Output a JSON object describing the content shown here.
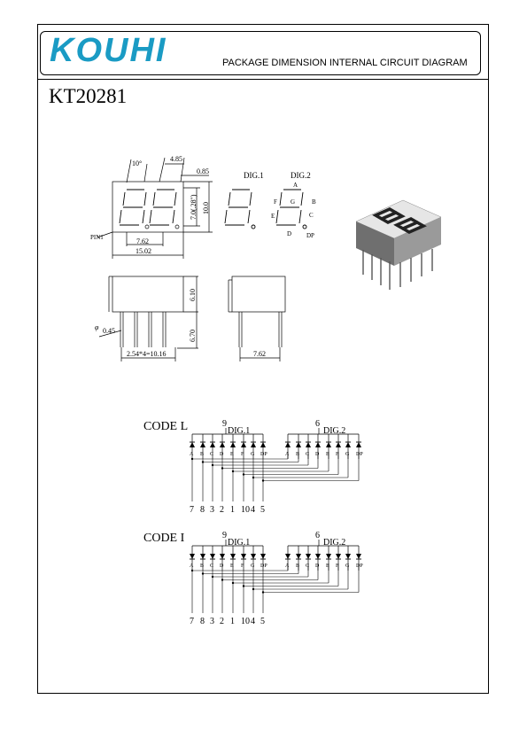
{
  "header": {
    "brand": "KOUHI",
    "title": "PACKAGE DIMENSION INTERNAL CIRCUIT DIAGRAM"
  },
  "part_number": "KT20281",
  "dimensions": {
    "angle": "10°",
    "digit_pitch": "4.85",
    "edge_gap": "0.85",
    "digit_height": "7.0(.28\")",
    "height": "10.0",
    "pin_label": "PIN1",
    "row_spacing": "7.62",
    "width": "15.02",
    "body_height": "6.10",
    "pin_length": "6.70",
    "pin_diameter": "0.45",
    "pin_pitch": "2.54*4=10.16",
    "side_width": "7.62",
    "pin_dia_symbol": "φ"
  },
  "segment_legend": {
    "dig1": "DIG.1",
    "dig2": "DIG.2",
    "segments": {
      "a": "A",
      "b": "B",
      "c": "C",
      "d": "D",
      "e": "E",
      "f": "F",
      "g": "G",
      "dp": "DP"
    }
  },
  "circuits": [
    {
      "label": "CODE L",
      "dig1_label": "DIG.1",
      "dig2_label": "DIG.2",
      "common1": "9",
      "common2": "6",
      "segments": [
        "A",
        "B",
        "C",
        "D",
        "E",
        "F",
        "G",
        "DP"
      ],
      "pins": [
        "7",
        "8",
        "3",
        "2",
        "1",
        "10",
        "4",
        "5"
      ]
    },
    {
      "label": "CODE I",
      "dig1_label": "DIG.1",
      "dig2_label": "DIG.2",
      "common1": "9",
      "common2": "6",
      "segments": [
        "A",
        "B",
        "C",
        "D",
        "E",
        "F",
        "G",
        "DP"
      ],
      "pins": [
        "7",
        "8",
        "3",
        "2",
        "1",
        "10",
        "4",
        "5"
      ]
    }
  ]
}
